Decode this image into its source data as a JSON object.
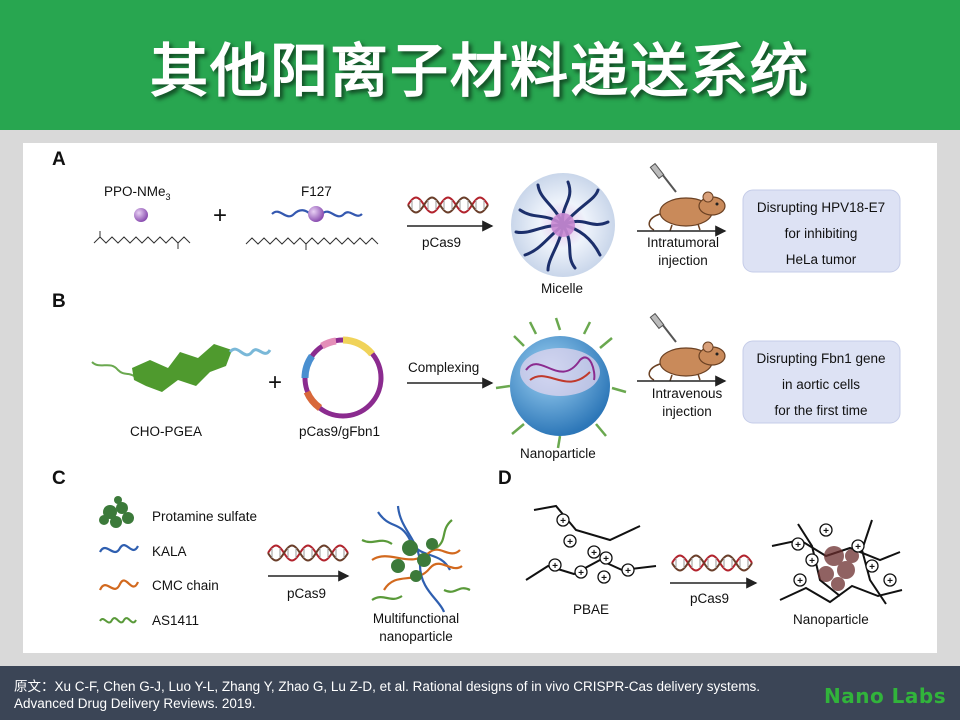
{
  "title": "其他阳离子材料递送系统",
  "citation": "原文：Xu C-F, Chen G-J, Luo Y-L, Zhang Y, Zhao G, Lu Z-D, et al. Rational designs of in vivo CRISPR-Cas delivery systems.  Advanced Drug Delivery Reviews. 2019.",
  "brand": "Nano Labs",
  "colors": {
    "header": "#28a650",
    "footer": "#3b4556",
    "brand": "#31b43b",
    "result_box": "#dde2f4"
  },
  "panelA": {
    "letter": "A",
    "ppo_label": "PPO-NMe",
    "ppo_sub": "3",
    "f127_label": "F127",
    "plus": "+",
    "cargo": "pCas9",
    "product": "Micelle",
    "route_1": "Intratumoral",
    "route_2": "injection",
    "result": [
      "Disrupting HPV18-E7",
      "for inhibiting",
      "HeLa tumor"
    ]
  },
  "panelB": {
    "letter": "B",
    "polymer": "CHO-PGEA",
    "plasmid": "pCas9/gFbn1",
    "plus": "+",
    "step": "Complexing",
    "product": "Nanoparticle",
    "route_1": "Intravenous",
    "route_2": "injection",
    "result": [
      "Disrupting Fbn1 gene",
      "in aortic cells",
      "for the first time"
    ]
  },
  "panelC": {
    "letter": "C",
    "legend": [
      "Protamine sulfate",
      "KALA",
      "CMC chain",
      "AS1411"
    ],
    "cargo": "pCas9",
    "product_1": "Multifunctional",
    "product_2": "nanoparticle"
  },
  "panelD": {
    "letter": "D",
    "polymer": "PBAE",
    "cargo": "pCas9",
    "product": "Nanoparticle"
  }
}
